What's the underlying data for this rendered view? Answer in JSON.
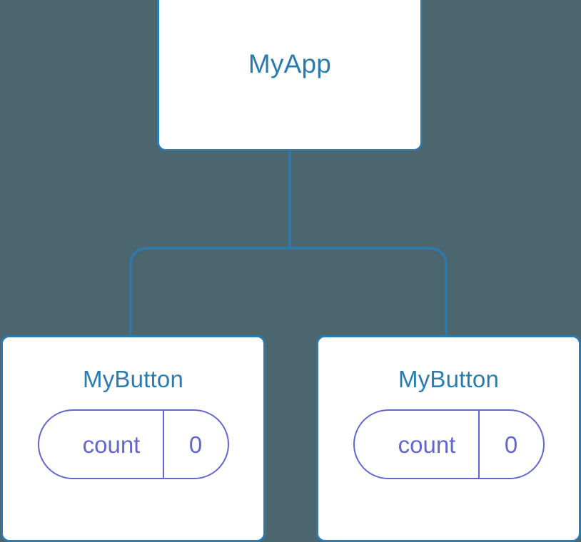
{
  "canvas": {
    "background_color": "#4c6670",
    "node_fill_color": "#ffffff",
    "node_border_color": "#2c7bb0",
    "edge_color": "#2c7bb0",
    "title_text_color": "#2b7cae",
    "state_accent_color": "#6366cc"
  },
  "tree": {
    "root": {
      "title": "MyApp"
    },
    "children": [
      {
        "title": "MyButton",
        "state": {
          "key": "count",
          "value": "0"
        }
      },
      {
        "title": "MyButton",
        "state": {
          "key": "count",
          "value": "0"
        }
      }
    ]
  }
}
